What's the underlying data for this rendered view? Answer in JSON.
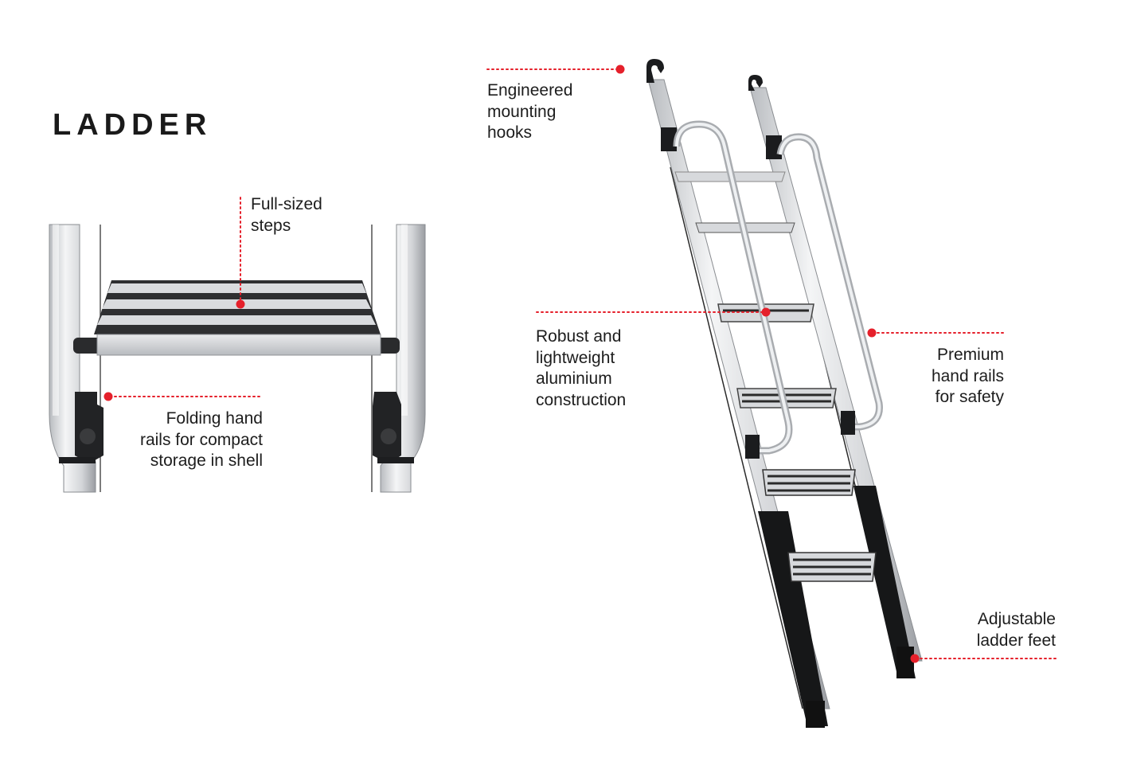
{
  "title": "LADDER",
  "accent_color": "#e5202b",
  "callouts": {
    "steps": {
      "text": "Full-sized\nsteps"
    },
    "folding_rails": {
      "text": "Folding hand\nrails for compact\nstorage in shell"
    },
    "hooks": {
      "text": "Engineered\nmounting\nhooks"
    },
    "construction": {
      "text": "Robust and\nlightweight\naluminium\nconstruction"
    },
    "hand_rails": {
      "text": "Premium\nhand rails\nfor safety"
    },
    "feet": {
      "text": "Adjustable\nladder feet"
    }
  }
}
